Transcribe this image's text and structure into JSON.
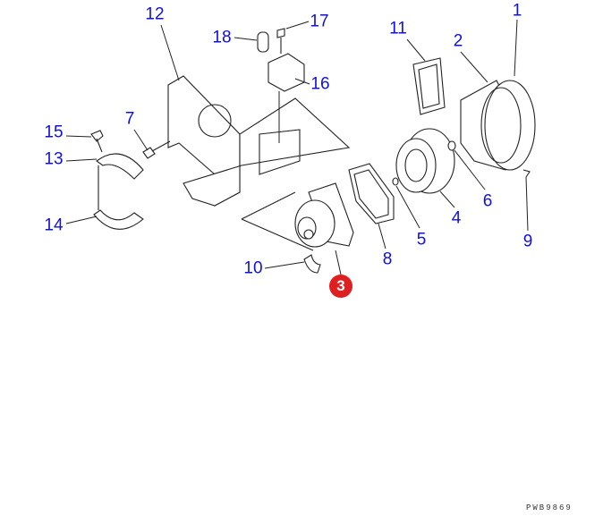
{
  "diagram": {
    "callouts": [
      {
        "id": "1",
        "label": "1"
      },
      {
        "id": "2",
        "label": "2"
      },
      {
        "id": "3",
        "label": "3",
        "highlighted": true
      },
      {
        "id": "4",
        "label": "4"
      },
      {
        "id": "5",
        "label": "5"
      },
      {
        "id": "6",
        "label": "6"
      },
      {
        "id": "7",
        "label": "7"
      },
      {
        "id": "8",
        "label": "8"
      },
      {
        "id": "9",
        "label": "9"
      },
      {
        "id": "10",
        "label": "10"
      },
      {
        "id": "11",
        "label": "11"
      },
      {
        "id": "12",
        "label": "12"
      },
      {
        "id": "13",
        "label": "13"
      },
      {
        "id": "14",
        "label": "14"
      },
      {
        "id": "15",
        "label": "15"
      },
      {
        "id": "16",
        "label": "16"
      },
      {
        "id": "17",
        "label": "17"
      },
      {
        "id": "18",
        "label": "18"
      }
    ],
    "drawing_code": "PWB9869",
    "colors": {
      "callout": "#1010e0",
      "highlight": "#e02020"
    }
  }
}
